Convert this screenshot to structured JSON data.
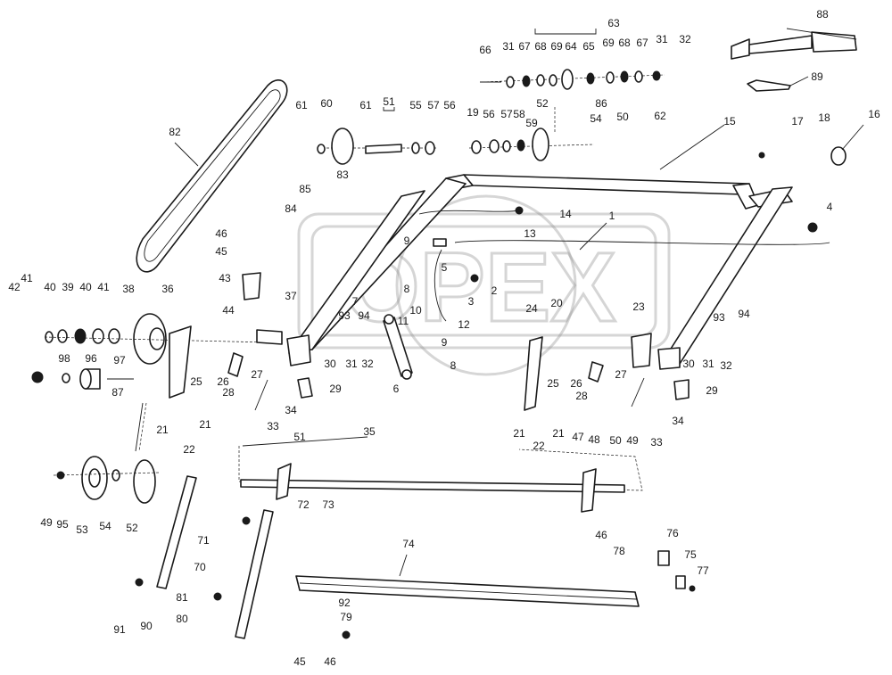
{
  "watermark": "OPEX",
  "callouts": [
    "1",
    "2",
    "3",
    "4",
    "5",
    "6",
    "7",
    "8",
    "9",
    "10",
    "11",
    "12",
    "13",
    "14",
    "15",
    "16",
    "17",
    "18",
    "19",
    "20",
    "21",
    "22",
    "23",
    "24",
    "25",
    "26",
    "27",
    "28",
    "29",
    "30",
    "31",
    "32",
    "33",
    "34",
    "35",
    "36",
    "37",
    "38",
    "39",
    "40",
    "41",
    "42",
    "43",
    "44",
    "45",
    "46",
    "47",
    "48",
    "49",
    "50",
    "51",
    "52",
    "53",
    "54",
    "55",
    "56",
    "57",
    "58",
    "59",
    "60",
    "61",
    "62",
    "63",
    "64",
    "65",
    "66",
    "67",
    "68",
    "69",
    "70",
    "71",
    "72",
    "73",
    "74",
    "75",
    "76",
    "77",
    "78",
    "79",
    "80",
    "81",
    "82",
    "83",
    "84",
    "85",
    "86",
    "87",
    "88",
    "89",
    "90",
    "91",
    "92",
    "93",
    "94",
    "95",
    "96",
    "97",
    "98"
  ]
}
